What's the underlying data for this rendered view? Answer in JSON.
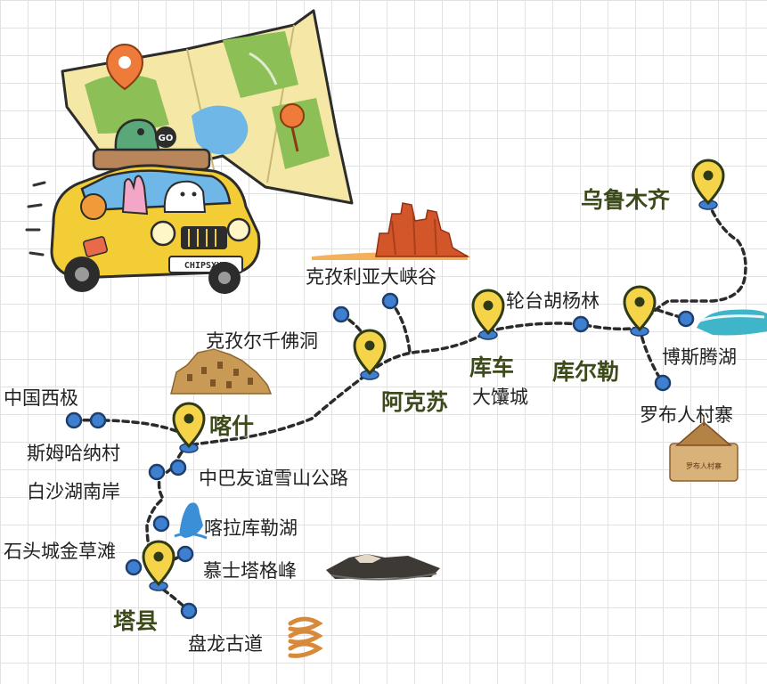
{
  "route_map": {
    "cities": {
      "urumqi": "乌鲁木齐",
      "kashgar": "喀什",
      "aksu": "阿克苏",
      "kuqa": "库车",
      "korla": "库尔勒",
      "tashkurgan": "塔县"
    },
    "stops": {
      "keziliya": "克孜利亚大峡谷",
      "kizil": "克孜尔千佛洞",
      "luntai": "轮台胡杨林",
      "bosten": "博斯腾湖",
      "lopnur": "罗布人村寨",
      "daxiang": "大馕城",
      "china_west": "中国西极",
      "simhana": "斯姆哈纳村",
      "highway": "中巴友谊雪山公路",
      "baisha": "白沙湖南岸",
      "karakul": "喀拉库勒湖",
      "shitoucheng": "石头城金草滩",
      "muztagh": "慕士塔格峰",
      "panlong": "盘龙古道"
    },
    "car_plate": "CHIPSXXX",
    "bubble_text": "GO",
    "logo_text": "罗布人村寨",
    "colors": {
      "pin_fill": "#f5d44a",
      "pin_stroke": "#2e3b16",
      "dot_fill": "#3f7fcf",
      "dot_stroke": "#1e3f6e",
      "route": "#2b2b2b",
      "city_text": "#3d4a1a",
      "car_body": "#f3cd36",
      "map_paper": "#f5e7a6",
      "map_green": "#8cbf55"
    }
  }
}
